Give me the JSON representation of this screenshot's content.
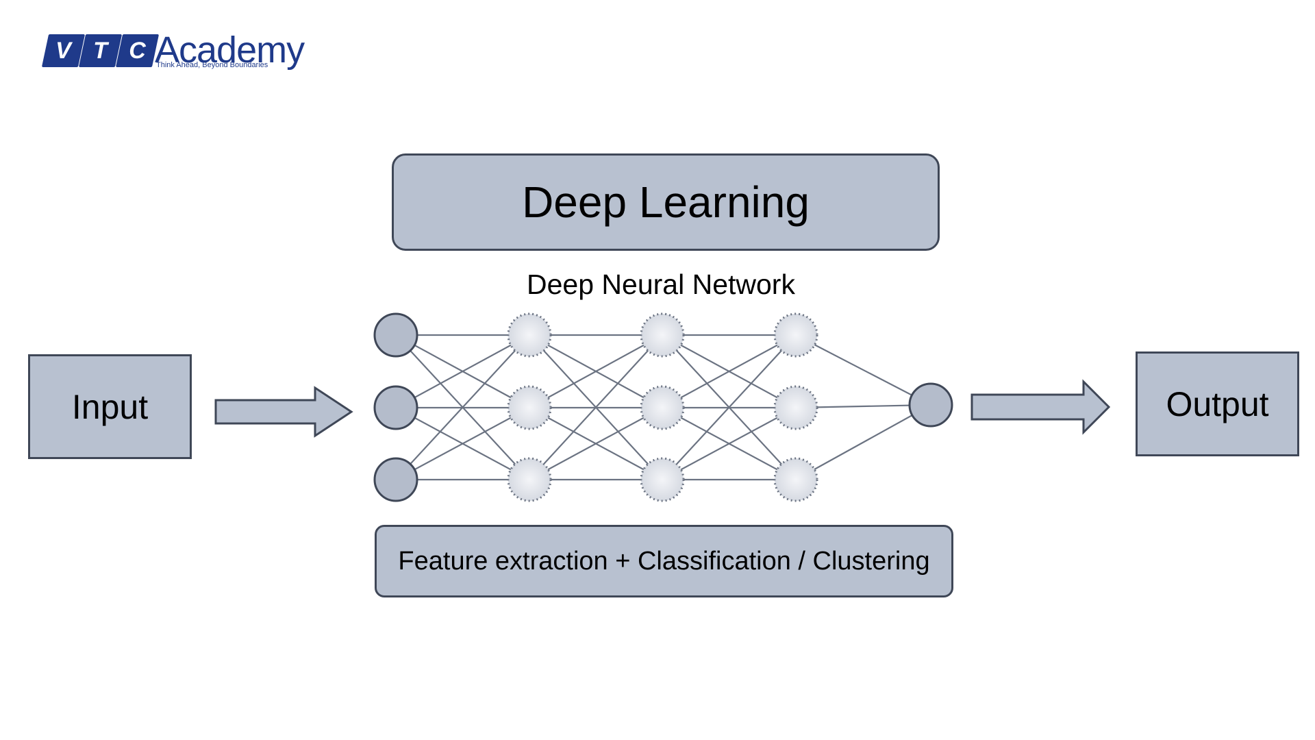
{
  "logo": {
    "letters": [
      "V",
      "T",
      "C"
    ],
    "word": "Academy",
    "tagline": "Think Ahead, Beyond Boundaries"
  },
  "diagram": {
    "title": "Deep Learning",
    "network_label": "Deep Neural Network",
    "input_label": "Input",
    "output_label": "Output",
    "footer_label": "Feature extraction + Classification / Clustering",
    "layers": [
      3,
      3,
      3,
      3,
      1
    ]
  },
  "colors": {
    "brand": "#1f3a8a",
    "box_fill": "#b8c1d0",
    "box_stroke": "#3f4757",
    "node_fill": "#b4bccb",
    "hidden_node_fill": "#dfe2e8",
    "edge": "#6b7382"
  }
}
